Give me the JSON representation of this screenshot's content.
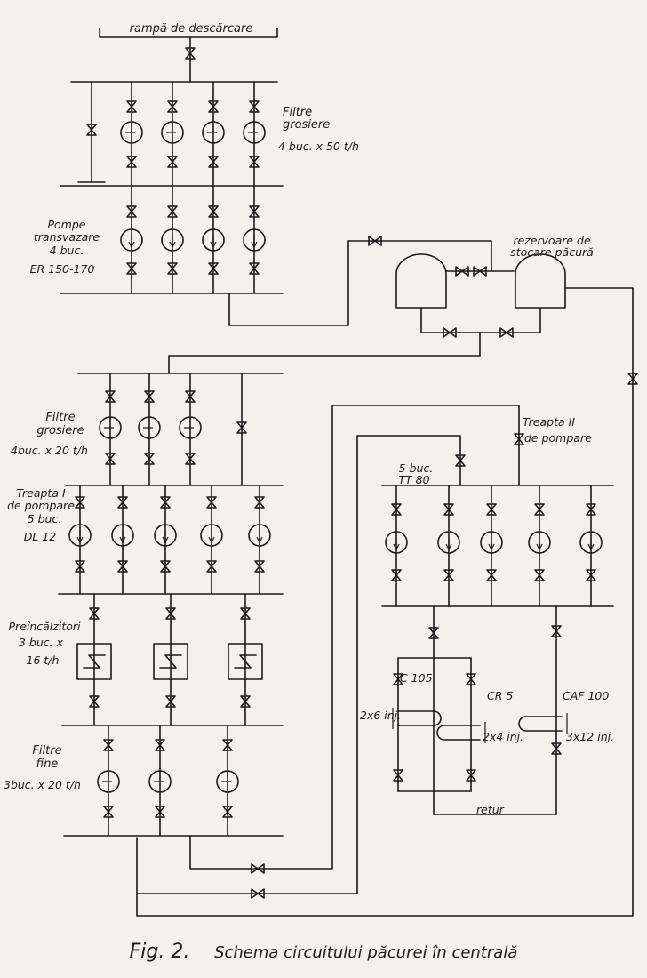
{
  "header_label": "rampă de descărcare",
  "stage1": {
    "filters_title": "Filtre grosiere",
    "filters_title_l1": "Filtre",
    "filters_title_l2": "grosiere",
    "filters_qty": "4 buc. x 50 t/h",
    "pumps_l1": "Pompe",
    "pumps_l2": "transvazare",
    "pumps_l3": "4 buc.",
    "pumps_l4": "ER 150-170"
  },
  "tanks_label_l1": "rezervoare de",
  "tanks_label_l2": "stocare păcură",
  "stage2": {
    "filters_l1": "Filtre",
    "filters_l2": "grosiere",
    "filters_l3": "4buc. x 20 t/h",
    "pumpI_l1": "Treapta I",
    "pumpI_l2": "de pompare",
    "pumpI_l3": "5 buc.",
    "pumpI_l4": "DL 12",
    "preheat_l1": "Preîncălzitori",
    "preheat_l2": "3 buc. x",
    "preheat_l3": "16 t/h",
    "fine_l1": "Filtre",
    "fine_l2": "fine",
    "fine_l3": "3buc. x 20 t/h"
  },
  "stage3": {
    "pumpII_l1": "Treapta II",
    "pumpII_l2": "de pompare",
    "tt_l1": "5 buc.",
    "tt_l2": "TT 80"
  },
  "boilers": {
    "c105": "C 105",
    "c105_inj": "2x6 inj.",
    "cr5": "CR 5",
    "cr5_inj": "2x4 inj.",
    "caf": "CAF 100",
    "caf_inj": "3x12 inj."
  },
  "retur": "retur",
  "caption": {
    "fig": "Fig. 2.",
    "text": "Schema circuitului păcurei în centrală"
  }
}
